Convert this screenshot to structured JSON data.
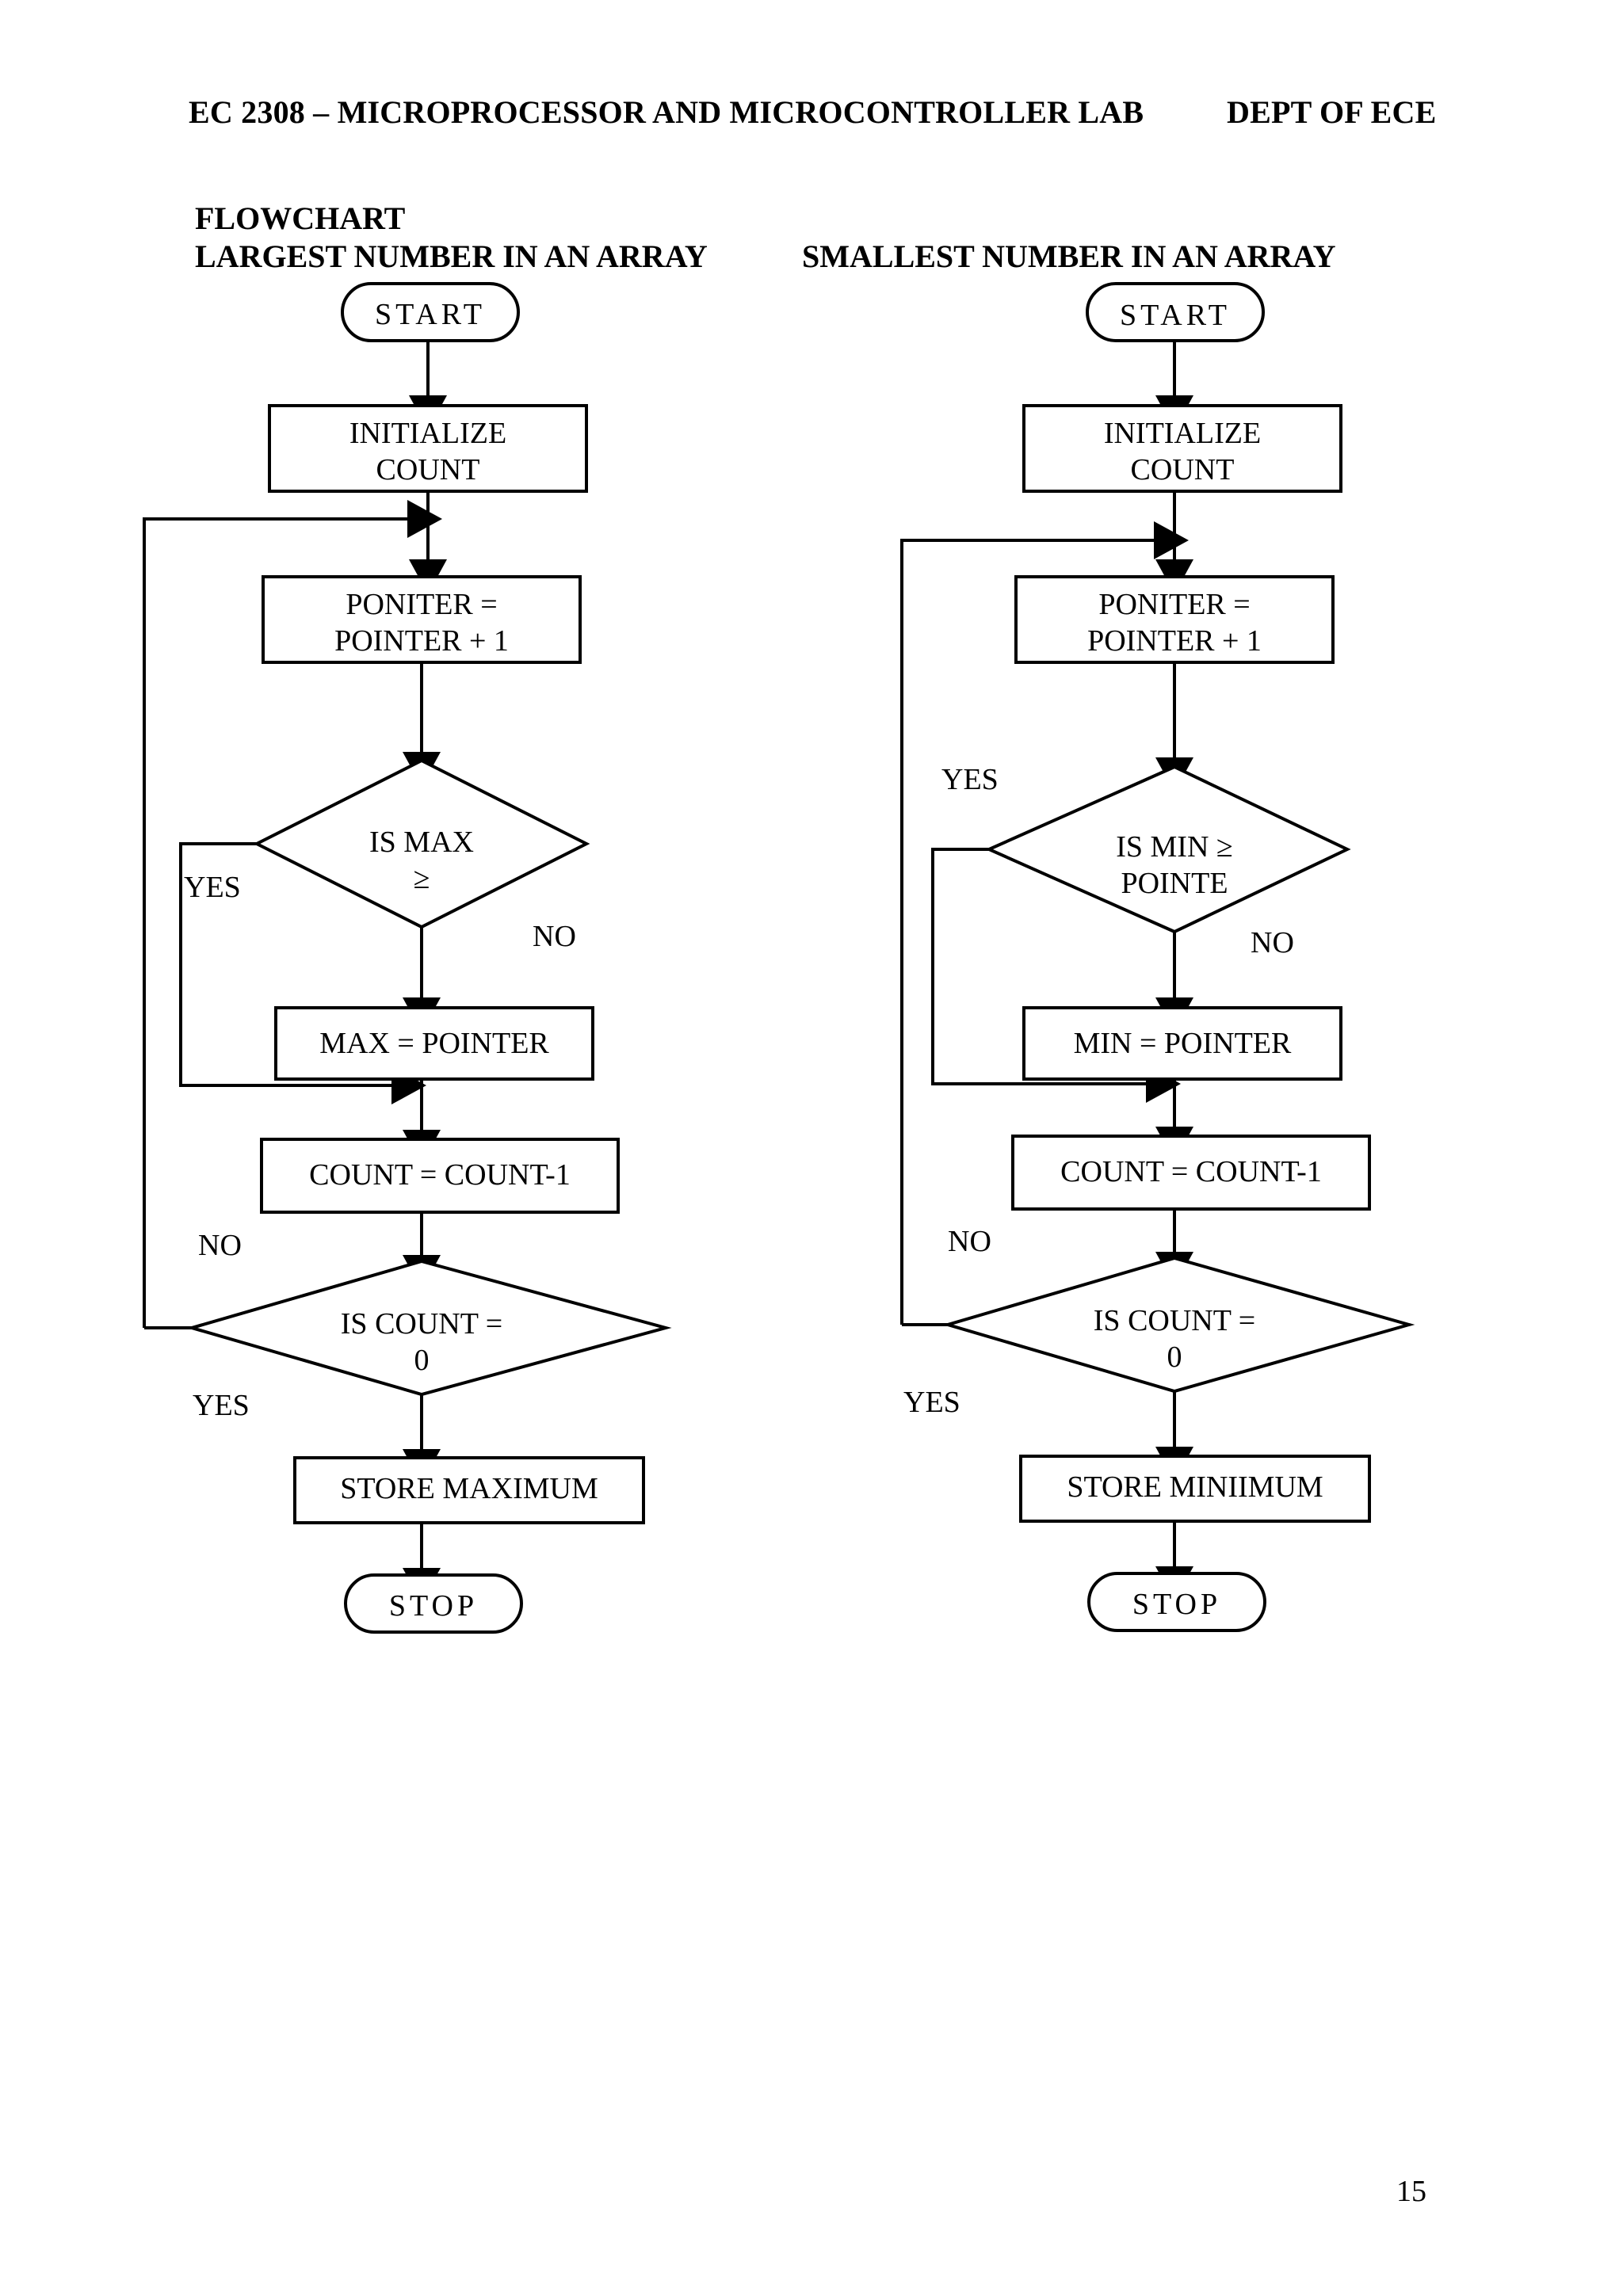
{
  "header": {
    "course": "EC 2308 – MICROPROCESSOR AND MICROCONTROLLER LAB",
    "dept": "DEPT OF ECE"
  },
  "titles": {
    "section": "FLOWCHART",
    "left_chart": "LARGEST NUMBER IN AN  ARRAY",
    "right_chart": "SMALLEST NUMBER IN AN  ARRAY"
  },
  "page_number": "15",
  "colors": {
    "ink": "#000000",
    "paper": "#ffffff"
  },
  "chart_data": {
    "type": "diagram",
    "title": "FLOWCHART",
    "diagram_kind": "flowchart",
    "charts": [
      {
        "name": "largest-number-in-an-array",
        "title": "LARGEST NUMBER IN AN  ARRAY",
        "nodes": [
          {
            "id": "start",
            "shape": "terminal",
            "text": "START"
          },
          {
            "id": "init",
            "shape": "process",
            "text": "INITIALIZE COUNT",
            "lines": [
              "INITIALIZE",
              "COUNT"
            ]
          },
          {
            "id": "pointer",
            "shape": "process",
            "text": "PONITER = POINTER + 1",
            "lines": [
              "PONITER  =",
              "POINTER  + 1"
            ]
          },
          {
            "id": "is_max",
            "shape": "decision",
            "text": "IS MAX",
            "lines": [
              "IS MAX",
              "≥"
            ]
          },
          {
            "id": "max_assign",
            "shape": "process",
            "text": "MAX  = POINTER"
          },
          {
            "id": "count_dec",
            "shape": "process",
            "text": "COUNT = COUNT-1"
          },
          {
            "id": "is_count",
            "shape": "decision",
            "text": "IS COUNT = 0",
            "lines": [
              "IS COUNT =",
              "0"
            ]
          },
          {
            "id": "store",
            "shape": "process",
            "text": "STORE MAXIMUM"
          },
          {
            "id": "stop",
            "shape": "terminal",
            "text": "STOP"
          }
        ],
        "edges": [
          {
            "from": "start",
            "to": "init",
            "label": ""
          },
          {
            "from": "init",
            "to": "pointer",
            "label": ""
          },
          {
            "from": "pointer",
            "to": "is_max",
            "label": ""
          },
          {
            "from": "is_max",
            "to": "count_dec",
            "label": "YES"
          },
          {
            "from": "is_max",
            "to": "max_assign",
            "label": "NO"
          },
          {
            "from": "max_assign",
            "to": "count_dec",
            "label": ""
          },
          {
            "from": "count_dec",
            "to": "is_count",
            "label": ""
          },
          {
            "from": "is_count",
            "to": "pointer",
            "label": "NO"
          },
          {
            "from": "is_count",
            "to": "store",
            "label": "YES"
          },
          {
            "from": "store",
            "to": "stop",
            "label": ""
          }
        ],
        "labels": {
          "is_max_yes": "YES",
          "is_max_no": "NO",
          "is_count_no": "NO",
          "is_count_yes": "YES"
        }
      },
      {
        "name": "smallest-number-in-an-array",
        "title": "SMALLEST NUMBER IN AN  ARRAY",
        "nodes": [
          {
            "id": "start",
            "shape": "terminal",
            "text": "START"
          },
          {
            "id": "init",
            "shape": "process",
            "text": "INITIALIZE COUNT",
            "lines": [
              "INITIALIZE",
              "COUNT"
            ]
          },
          {
            "id": "pointer",
            "shape": "process",
            "text": "PONITER = POINTER + 1",
            "lines": [
              "PONITER  =",
              "POINTER  + 1"
            ]
          },
          {
            "id": "is_min",
            "shape": "decision",
            "text": "IS MIN ≥ POINTER",
            "lines": [
              "IS MIN ≥",
              "POINTE"
            ]
          },
          {
            "id": "min_assign",
            "shape": "process",
            "text": "MIN  = POINTER"
          },
          {
            "id": "count_dec",
            "shape": "process",
            "text": "COUNT = COUNT-1"
          },
          {
            "id": "is_count",
            "shape": "decision",
            "text": "IS COUNT = 0",
            "lines": [
              "IS COUNT =",
              "0"
            ]
          },
          {
            "id": "store",
            "shape": "process",
            "text": "STORE MINIIMUM"
          },
          {
            "id": "stop",
            "shape": "terminal",
            "text": "STOP"
          }
        ],
        "edges": [
          {
            "from": "start",
            "to": "init",
            "label": ""
          },
          {
            "from": "init",
            "to": "pointer",
            "label": ""
          },
          {
            "from": "pointer",
            "to": "is_min",
            "label": ""
          },
          {
            "from": "is_min",
            "to": "count_dec",
            "label": "YES"
          },
          {
            "from": "is_min",
            "to": "min_assign",
            "label": "NO"
          },
          {
            "from": "min_assign",
            "to": "count_dec",
            "label": ""
          },
          {
            "from": "count_dec",
            "to": "is_count",
            "label": ""
          },
          {
            "from": "is_count",
            "to": "pointer",
            "label": "NO"
          },
          {
            "from": "is_count",
            "to": "store",
            "label": "YES"
          },
          {
            "from": "store",
            "to": "stop",
            "label": ""
          }
        ],
        "labels": {
          "is_min_yes": "YES",
          "is_min_no": "NO",
          "is_count_no": "NO",
          "is_count_yes": "YES"
        }
      }
    ]
  },
  "left": {
    "start": "START",
    "init_l1": "INITIALIZE",
    "init_l2": "COUNT",
    "pointer_l1": "PONITER  =",
    "pointer_l2": "POINTER  + 1",
    "is_max_l1": "IS MAX",
    "is_max_l2": "≥",
    "max_assign": "MAX  = POINTER",
    "count_dec": "COUNT = COUNT-1",
    "is_count_l1": "IS COUNT =",
    "is_count_l2": "0",
    "store": "STORE MAXIMUM",
    "stop": "STOP",
    "yes_max": "YES",
    "no_max": "NO",
    "no_count": "NO",
    "yes_count": "YES"
  },
  "right": {
    "start": "START",
    "init_l1": "INITIALIZE",
    "init_l2": "COUNT",
    "pointer_l1": "PONITER  =",
    "pointer_l2": "POINTER  + 1",
    "is_min_l1": "IS MIN ≥",
    "is_min_l2": "POINTE",
    "min_assign": "MIN  = POINTER",
    "count_dec": "COUNT = COUNT-1",
    "is_count_l1": "IS COUNT =",
    "is_count_l2": "0",
    "store": "STORE MINIIMUM",
    "stop": "STOP",
    "yes_min": "YES",
    "no_min": "NO",
    "no_count": "NO",
    "yes_count": "YES"
  }
}
